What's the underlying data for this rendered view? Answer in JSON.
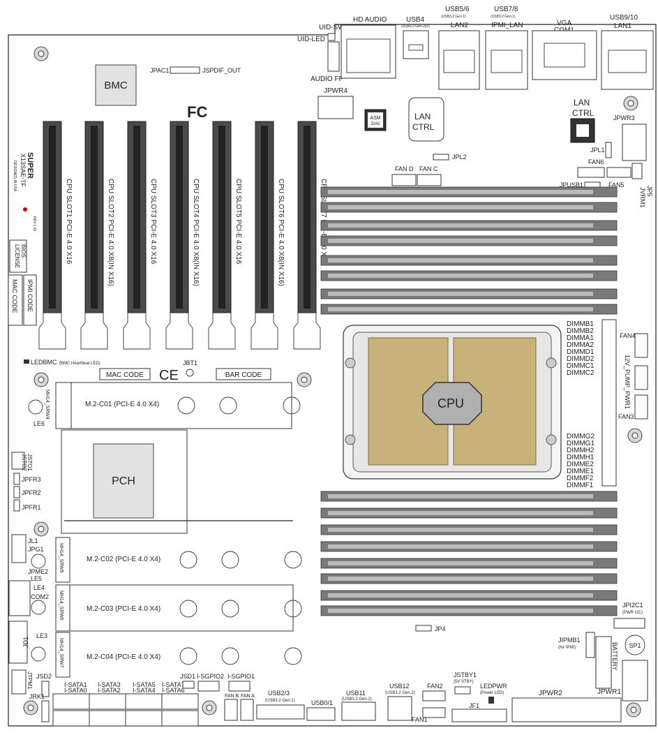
{
  "top_labels": {
    "uid_sw": "UID-SW",
    "uid_led": "UID-LED",
    "hd_audio": "HD AUDIO",
    "audio_fp": "AUDIO FP",
    "usb4": "USB4",
    "usb4_sub": "(USB3.2 Gen.2x2)",
    "usb56": "USB5/6",
    "usb56_sub": "(USB3.2 Gen.1)",
    "lan2": "LAN2",
    "usb78": "USB7/8",
    "usb78_sub": "(USB3.2 Gen.1)",
    "ipmi_lan": "IPMI_LAN",
    "vga": "VGA",
    "com1": "COM1",
    "usb910": "USB9/10",
    "lan1": "LAN1"
  },
  "chips": {
    "bmc": "BMC",
    "pch": "PCH",
    "cpu": "CPU",
    "asm": "ASM",
    "asm_num": "3242",
    "lan_ctrl_1": "LAN",
    "lan_ctrl_2": "CTRL"
  },
  "jumpers": {
    "jpac1": "JPAC1",
    "jspdif_out": "JSPDIF_OUT",
    "jpwr4": "JPWR4",
    "jpl2": "JPL2",
    "jpl1": "JPL1",
    "jpwr3": "JPWR3",
    "fan6": "FAN6",
    "fan5": "FAN5",
    "jp5": "JP5",
    "jvrm1": "JVRM1",
    "jpusb1": "JPUSB1",
    "fand": "FAN D",
    "fanc": "FAN C",
    "ledbmc": "LEDBMC",
    "ledbmc_sub": "(BMC Heartbeat LED)",
    "jbt1": "JBT1",
    "le6": "LE6",
    "jsto1": "JSTO1",
    "jsto2": "JSTO2",
    "jpfr3": "JPFR3",
    "jpfr2": "JPFR2",
    "jpfr1": "JPFR1",
    "jl1": "JL1",
    "jpg1": "JPG1",
    "jpme2": "JPME2",
    "le5": "LE5",
    "le4": "LE4",
    "com2": "COM2",
    "le3": "LE3",
    "jd1": "JD1",
    "jtpm1": "JTPM1",
    "jsd2": "JSD2",
    "jrk1": "JRK1",
    "jp4": "JP4",
    "fan4": "FAN4",
    "fan3": "FAN3",
    "pump": "12V_PUMP_PWR1",
    "jpi2c1": "JPI2C1",
    "jpi2c1_sub": "(PWR I2C)",
    "jpmb1": "JIPMB1",
    "jpmb1_sub": "(for IPMI)",
    "battery": "BATTERY",
    "sp1": "SP1",
    "jpwr1": "JPWR1",
    "jpwr2": "JPWR2",
    "jstby1": "JSTBY1",
    "jstby1_sub": "(5V STBY)",
    "ledpwr": "LEDPWR",
    "ledpwr_sub": "(Power LED)",
    "jf1": "JF1",
    "fan2": "FAN2",
    "fan1": "FAN1",
    "usb12": "USB12",
    "usb12_sub": "(USB3.2 Gen.2)",
    "usb11": "USB11",
    "usb11_sub": "(USB3.2 Gen.2)",
    "usb01": "USB0/1",
    "usb23": "USB2/3",
    "usb23_sub": "(USB3.2 Gen.1)",
    "fanb": "FAN B",
    "fana": "FAN A",
    "jsd1": "JSD1",
    "isgpio2": "I-SGPIO2",
    "isgpio1": "I-SGPIO1",
    "sata1": "I-SATA1",
    "sata0": "I-SATA0",
    "sata3": "I-SATA3",
    "sata2": "I-SATA2",
    "sata5": "I-SATA5",
    "sata4": "I-SATA4",
    "sata7": "I-SATA7",
    "sata6": "I-SATA6"
  },
  "codes": {
    "mac_code": "MAC CODE",
    "bar_code": "BAR CODE",
    "ipmi_code": "IPMI CODE",
    "mac_code_side": "MAC CODE",
    "bios_license_1": "BIOS",
    "bios_license_2": "LICENSE"
  },
  "brand": {
    "logo": "SUPER",
    "model": "X13SAE-TF",
    "designed": "DESIGNED IN USA",
    "rev": "REV:1.00",
    "fc": "FC",
    "ce": "CE"
  },
  "pcie_slots": [
    "CPU SLOT1 PCI-E 4.0 X16",
    "CPU SLOT2 PCI-E 4.0 X8(IN X16)",
    "CPU SLOT3 PCI-E 4.0 X16",
    "CPU SLOT4 PCI-E 4.0 X8(IN X16)",
    "CPU SLOT5 PCI-E 4.0 X16",
    "CPU SLOT6 PCI-E 4.0 X8(IN X16)",
    "CPU SLOT7 PCI-E 4.0 X16"
  ],
  "m2": {
    "c01": "M.2-C01 (PCI-E 4.0 X4)",
    "c02": "M.2-C02 (PCI-E 4.0 X4)",
    "c03": "M.2-C03 (PCI-E 4.0 X4)",
    "c04": "M.2-C04 (PCI-E 4.0 X4)",
    "srw4": "MH14_SRW4",
    "srw5": "MH14_SRW5",
    "srw6": "MH14_SRW6",
    "srw7": "MH14_SRW7"
  },
  "dimm_top_labels": [
    "DIMMB1",
    "DIMMB2",
    "DIMMA1",
    "DIMMA2",
    "DIMMD1",
    "DIMMD2",
    "DIMMC1",
    "DIMMC2"
  ],
  "dimm_bottom_labels": [
    "DIMMG2",
    "DIMMG1",
    "DIMMH2",
    "DIMMH1",
    "DIMME2",
    "DIMME1",
    "DIMMF2",
    "DIMMF1"
  ]
}
